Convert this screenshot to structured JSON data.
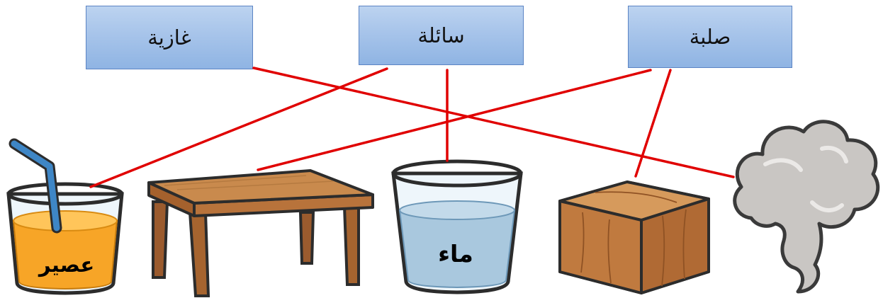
{
  "categories": {
    "gas": "غازية",
    "liquid": "سائلة",
    "solid": "صلبة"
  },
  "items": {
    "juice": "عصير",
    "water": "ماء"
  },
  "colors": {
    "connector": "#e00000",
    "box_fill": "#a7c4ea",
    "box_border": "#5b84c4"
  }
}
